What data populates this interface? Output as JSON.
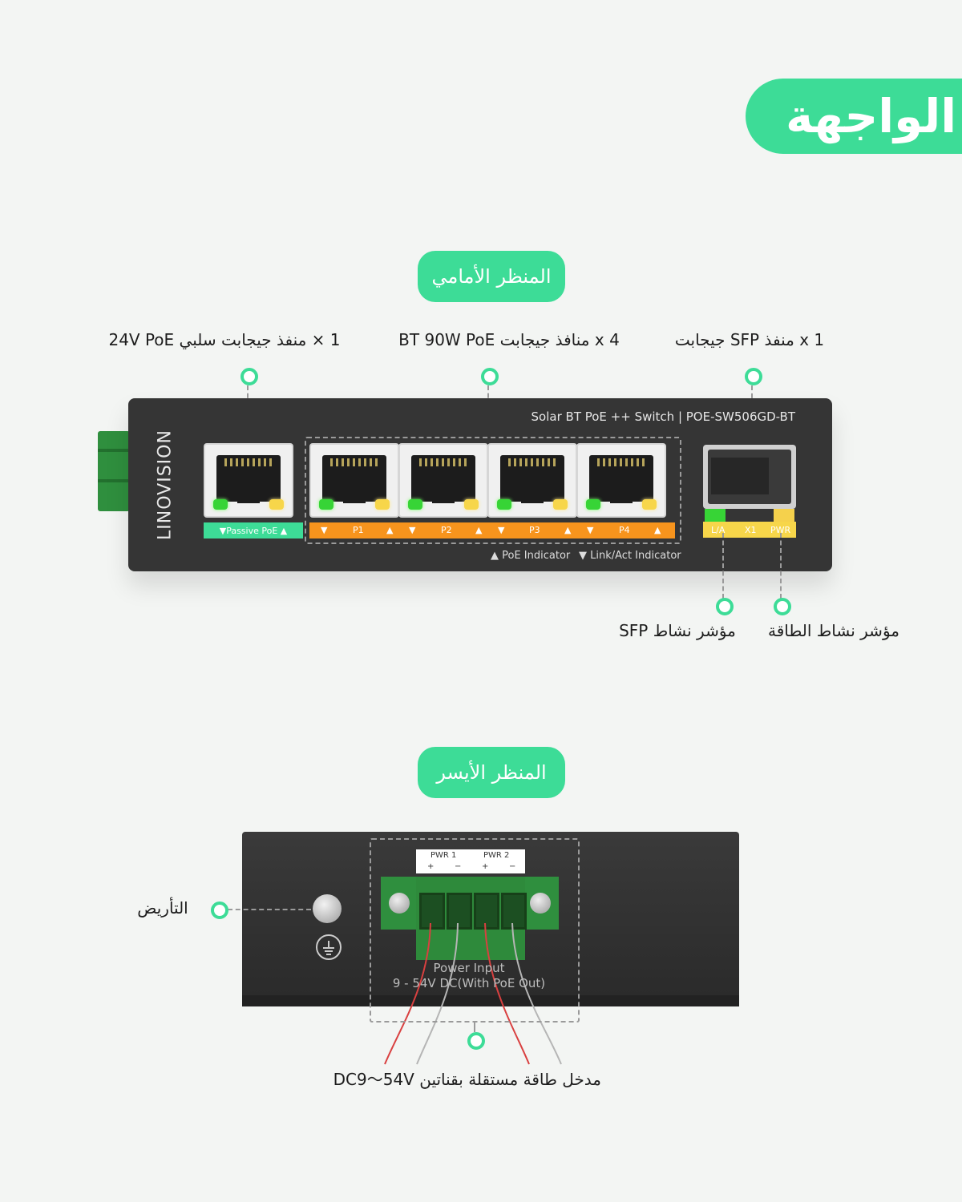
{
  "header": {
    "title": "الواجهة"
  },
  "front_view": {
    "section_title": "المنظر الأمامي",
    "callouts": {
      "passive_port": "1 × منفذ جيجابت سلبي 24V PoE",
      "bt_ports": "4 x منافذ جيجابت BT 90W PoE",
      "sfp_port": "1 x منفذ SFP جيجابت",
      "sfp_activity": "مؤشر نشاط SFP",
      "power_activity": "مؤشر نشاط الطاقة"
    },
    "device": {
      "brand": "LINOVISION",
      "model": "Solar BT PoE ++ Switch | POE-SW506GD-BT",
      "passive_label": "▼Passive PoE ▲",
      "ports": [
        "P1",
        "P2",
        "P3",
        "P4"
      ],
      "poe_indicator": "▲ PoE Indicator",
      "link_indicator": "▼ Link/Act Indicator",
      "sfp_labels": [
        "L/A",
        "X1",
        "PWR"
      ]
    }
  },
  "left_view": {
    "section_title": "المنظر الأيسر",
    "callouts": {
      "grounding": "التأريض",
      "power_input": "مدخل طاقة مستقلة بقناتين DC9〜54V"
    },
    "device": {
      "pwr1": "PWR 1",
      "pwr2": "PWR 2",
      "polarity": [
        "+",
        "−",
        "+",
        "−"
      ],
      "power_input": "Power Input",
      "voltage": "9 - 54V DC(With PoE Out)"
    }
  },
  "colors": {
    "accent": "#3ddc97",
    "orange": "#f7941d",
    "yellow": "#f7d64a",
    "device": "#353535"
  }
}
